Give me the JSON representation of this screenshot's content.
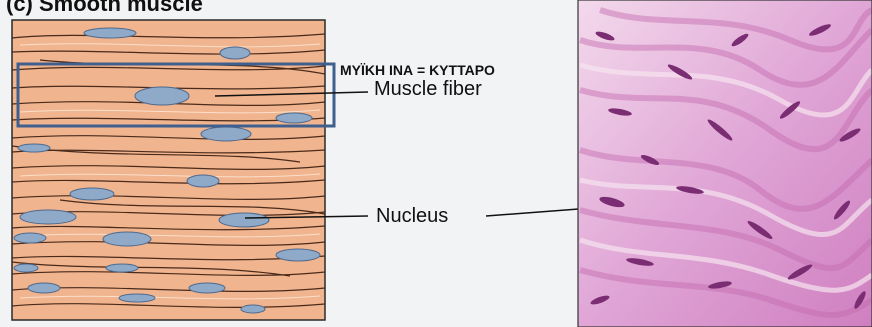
{
  "heading": "(c) Smooth muscle",
  "annotation": "ΜΥΪΚΗ ΙΝΑ = ΚΥΤΤΑΡΟ",
  "labels": {
    "muscle_fiber": "Muscle fiber",
    "nucleus": "Nucleus"
  },
  "colors": {
    "fiber_fill": "#f0b48e",
    "fiber_line": "#4a2a1a",
    "nucleus_fill": "#8fa9c9",
    "highlight_box": "#3f5f8f",
    "stain_pink": "#d98fc8",
    "stain_nucleus": "#7a2d72"
  }
}
